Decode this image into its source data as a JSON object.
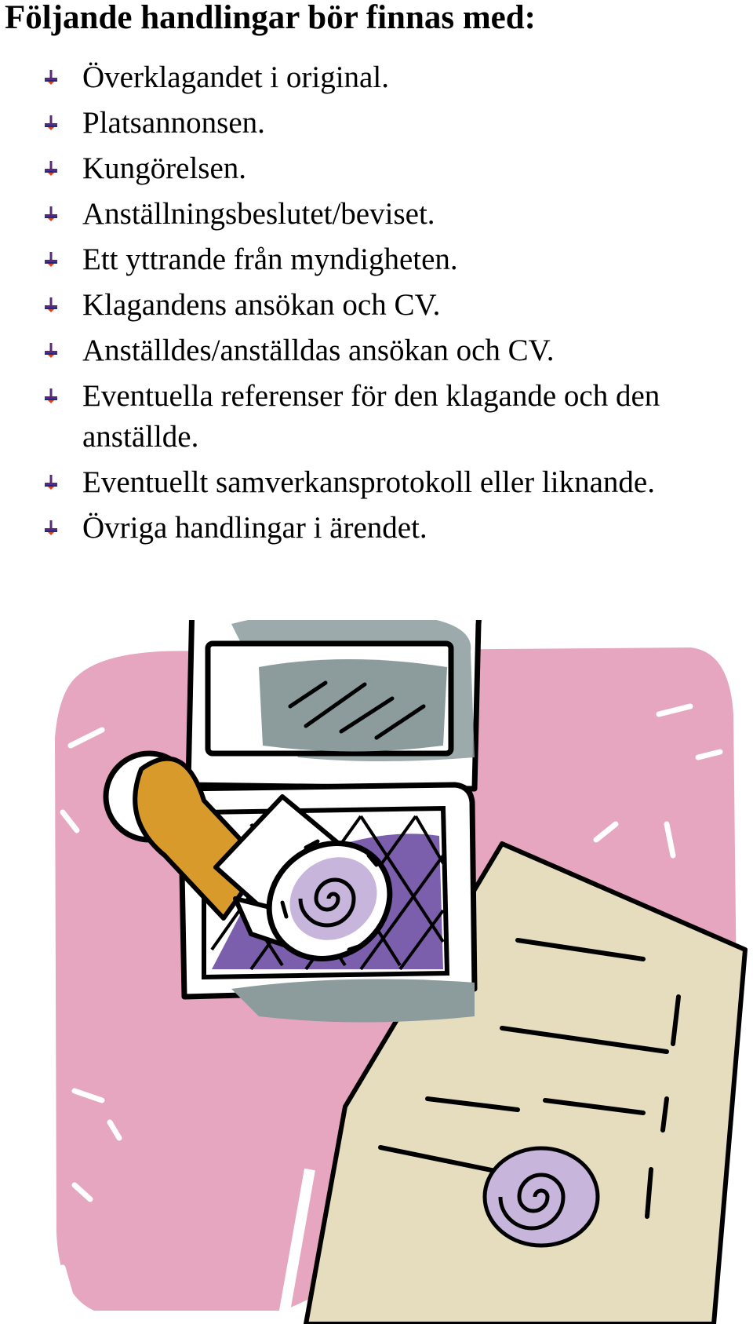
{
  "heading": "Följande handlingar bör finnas med:",
  "items": [
    "Överklagandet i original.",
    "Platsannonsen.",
    "Kungörelsen.",
    "Anställningsbeslutet/beviset.",
    "Ett yttrande från myndigheten.",
    "Klagandens ansökan och CV.",
    "Anställdes/anställdas ansökan och CV.",
    "Eventuella referenser för den klagande och den anställde.",
    "Eventuellt samverkansprotokoll eller liknande.",
    "Övriga handlingar i ärendet."
  ],
  "bullet_icon": "arrow-down-bullet-icon",
  "clipart": {
    "icon": "rubber-stamp-and-ink-pad-icon",
    "colors": {
      "background_pink": "#e7a6c0",
      "ink_purple": "#7b5fad",
      "handle_orange": "#d99a2c",
      "lid_gray": "#8c9b9c",
      "paper_beige": "#e6ddbe",
      "swirl_lavender": "#c7b5dc"
    }
  }
}
